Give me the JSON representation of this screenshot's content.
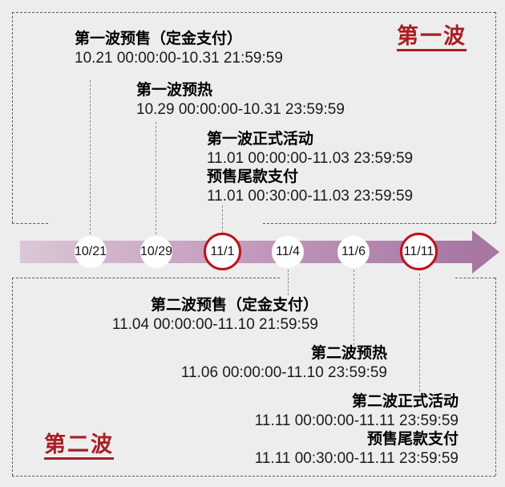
{
  "wave1": {
    "label": "第一波",
    "events": [
      {
        "title": "第一波预售（定金支付）",
        "dates": "10.21 00:00:00-10.31 21:59:59"
      },
      {
        "title": "第一波预热",
        "dates": "10.29 00:00:00-10.31 23:59:59"
      },
      {
        "title": "第一波正式活动",
        "dates": "11.01 00:00:00-11.03 23:59:59"
      },
      {
        "title": "预售尾款支付",
        "dates": "11.01 00:30:00-11.03 23:59:59"
      }
    ]
  },
  "wave2": {
    "label": "第二波",
    "events": [
      {
        "title": "第二波预售（定金支付）",
        "dates": "11.04 00:00:00-11.10 21:59:59"
      },
      {
        "title": "第二波预热",
        "dates": "11.06 00:00:00-11.10 23:59:59"
      },
      {
        "title": "第二波正式活动",
        "dates": "11.11 00:00:00-11.11 23:59:59"
      },
      {
        "title": "预售尾款支付",
        "dates": "11.11 00:30:00-11.11 23:59:59"
      }
    ]
  },
  "timeline": {
    "nodes": [
      {
        "label": "10/21",
        "highlighted": false
      },
      {
        "label": "10/29",
        "highlighted": false
      },
      {
        "label": "11/1",
        "highlighted": true
      },
      {
        "label": "11/4",
        "highlighted": false
      },
      {
        "label": "11/6",
        "highlighted": false
      },
      {
        "label": "11/11",
        "highlighted": true
      }
    ]
  },
  "colors": {
    "background": "#ededed",
    "accent_red": "#a91e22",
    "node_ring_red": "#c01119",
    "arrow_gradient_start": "#dbc7d7",
    "arrow_gradient_end": "#a577a2"
  }
}
